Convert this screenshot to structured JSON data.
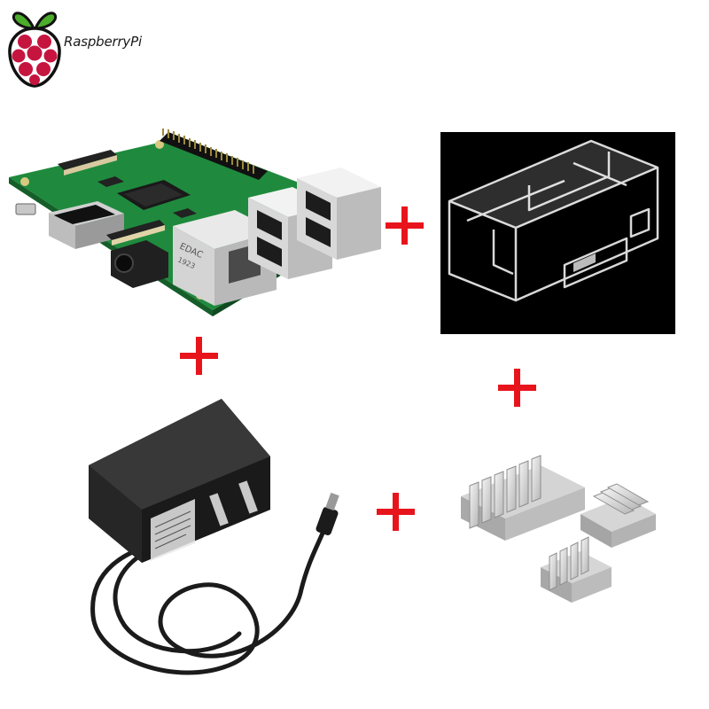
{
  "brand": {
    "logo_icon": "raspberry-logo-icon",
    "text": "RaspberryPi"
  },
  "colors": {
    "plus": "#e8141c",
    "logo_red": "#c5153f",
    "logo_green": "#4cac2b",
    "pcb_green": "#1f8a3d"
  },
  "products": [
    {
      "name": "raspberry-pi-board",
      "icon": "circuit-board-icon"
    },
    {
      "name": "acrylic-case",
      "icon": "clear-case-icon"
    },
    {
      "name": "power-adapter",
      "icon": "power-adapter-icon"
    },
    {
      "name": "heatsinks",
      "icon": "heatsink-icon"
    }
  ],
  "board_labels": {
    "ethernet_text_1": "EDAC",
    "ethernet_text_2": "1923"
  }
}
